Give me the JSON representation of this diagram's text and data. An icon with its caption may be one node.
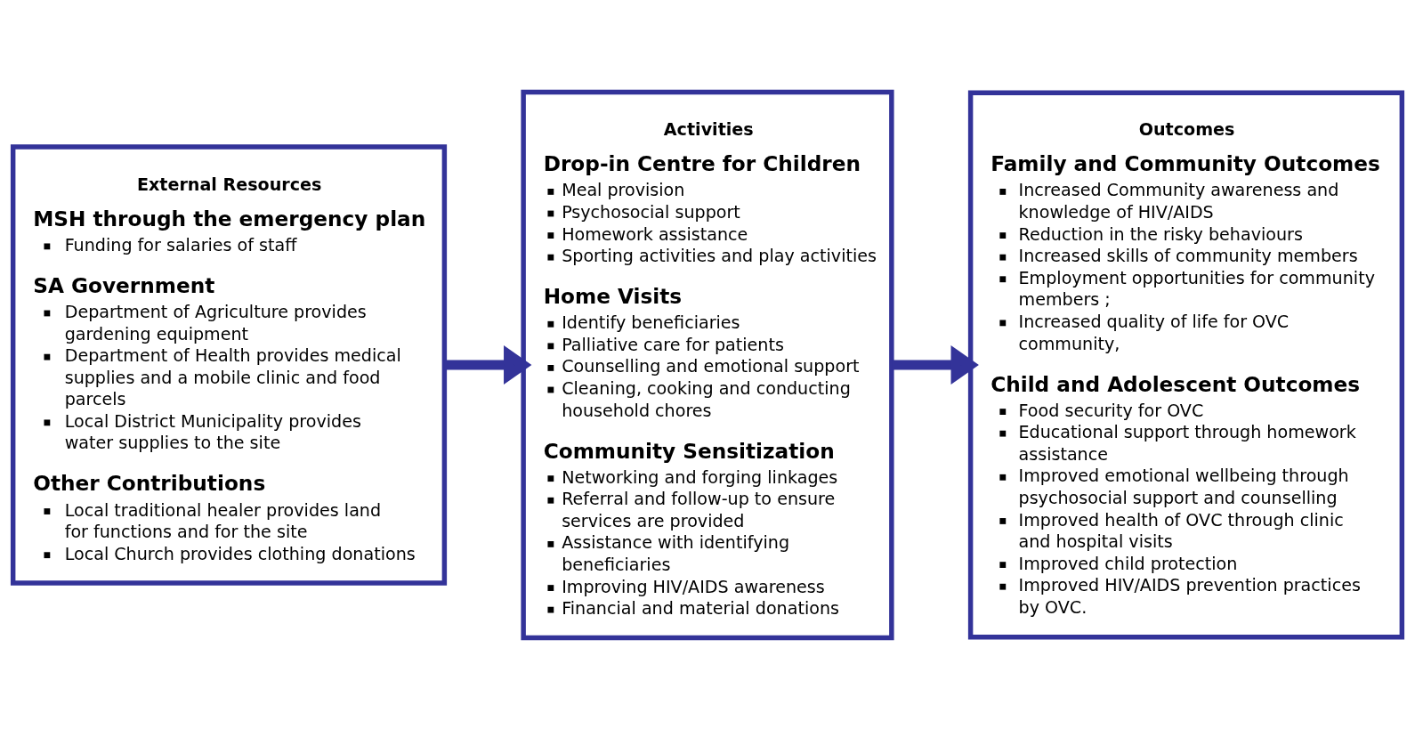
{
  "diagram": {
    "nodes": [
      {
        "text": [
          "External Resources",
          "MSH through the emergency plan",
          "Funding for salaries of staff",
          "SA Government",
          "Department of Agriculture provides gardening equipment",
          "Department of Health provides medical supplies and a mobile clinic and food parcels",
          "Local District Municipality provides water supplies to the site",
          "Other Contributions",
          "Local traditional healer provides land for functions and for the site",
          "Local Church provides clothing donations"
        ]
      },
      {
        "text": [
          "Activities",
          "Drop-in Centre for Children",
          "Meal provision",
          "Psychosocial support",
          "Homework assistance",
          "Sporting activities and play activities",
          "Home Visits",
          "Identify beneficiaries",
          "Palliative care for patients",
          "Counselling and emotional support",
          "Cleaning, cooking and conducting household chores",
          "Community Sensitization",
          "Networking and forging linkages",
          "Referral and follow-up to ensure services are provided",
          "Assistance with identifying beneficiaries",
          "Improving HIV/AIDS awareness",
          "Financial and material donations"
        ]
      },
      {
        "text": [
          "Outcomes",
          "Family and Community Outcomes",
          "Increased Community awareness and knowledge of HIV/AIDS",
          "Reduction in the risky behaviours",
          "Increased skills of community members",
          "Employment opportunities for community members ;",
          "Increased quality of life for OVC community,",
          "Child and Adolescent Outcomes",
          "Food security for OVC",
          "Educational support through homework assistance",
          "Improved emotional wellbeing through psychosocial support and counselling",
          "Improved health of OVC through clinic and hospital visits",
          "Improved child protection",
          "Improved HIV/AIDS prevention practices by OVC."
        ]
      }
    ],
    "edges": [
      {
        "from": 0,
        "to": 1,
        "arrow": "to"
      },
      {
        "from": 1,
        "to": 2,
        "arrow": "to"
      }
    ]
  }
}
